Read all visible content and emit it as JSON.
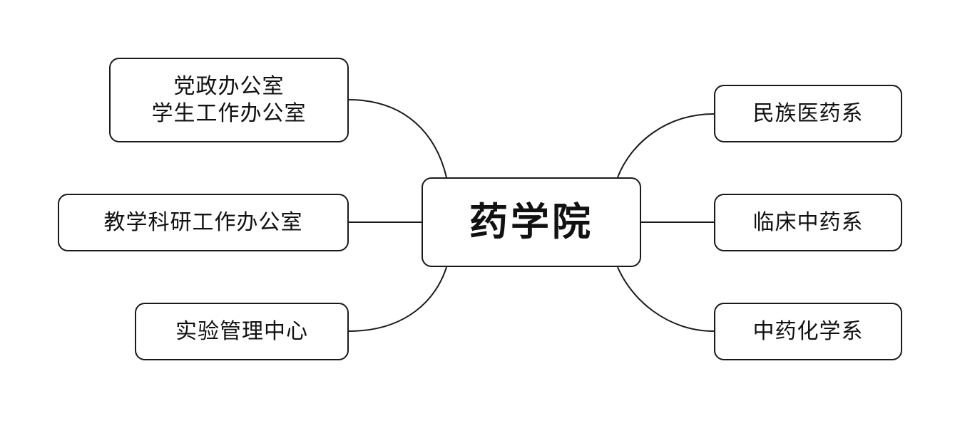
{
  "center": {
    "label": "药学院"
  },
  "left_nodes": [
    {
      "lines": [
        "党政办公室",
        "学生工作办公室"
      ]
    },
    {
      "lines": [
        "教学科研工作办公室"
      ]
    },
    {
      "lines": [
        "实验管理中心"
      ]
    }
  ],
  "right_nodes": [
    {
      "lines": [
        "民族医药系"
      ]
    },
    {
      "lines": [
        "临床中药系"
      ]
    },
    {
      "lines": [
        "中药化学系"
      ]
    }
  ],
  "colors": {
    "background": "#ffffff",
    "stroke": "#1a1a1a",
    "text": "#111111"
  }
}
